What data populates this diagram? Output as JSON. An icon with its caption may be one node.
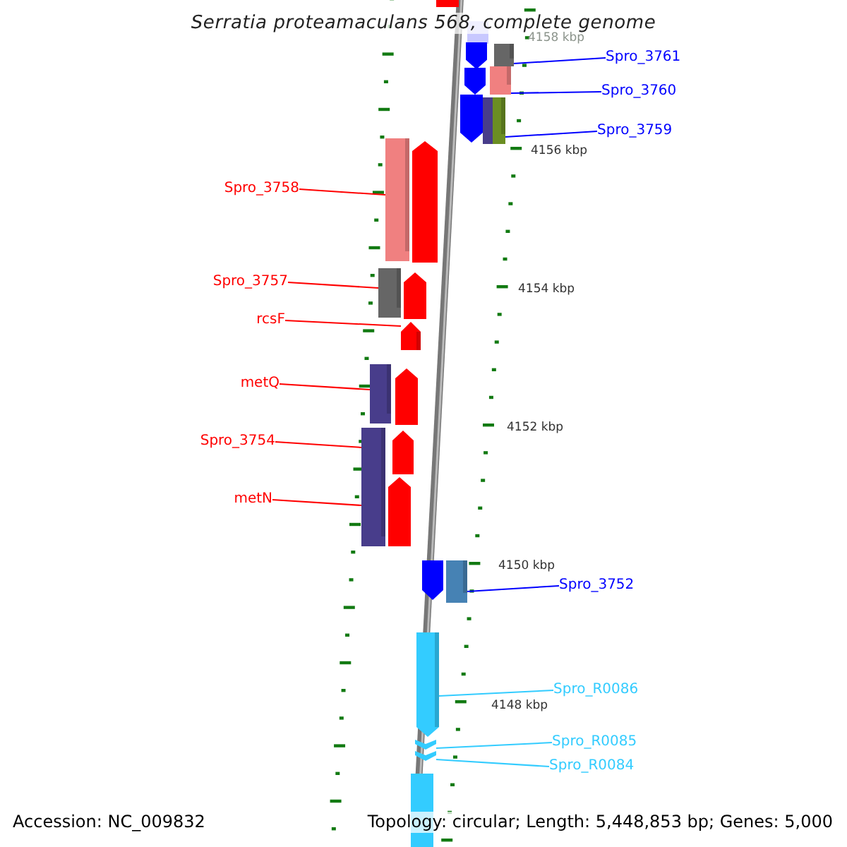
{
  "diagram": {
    "title": "Serratia proteamaculans 568, complete genome",
    "nodes": [
      {
        "text": [
          "Spro_3761"
        ]
      },
      {
        "text": [
          "Spro_3760"
        ]
      },
      {
        "text": [
          "Spro_3759"
        ]
      },
      {
        "text": [
          "Spro_3758"
        ]
      },
      {
        "text": [
          "Spro_3757"
        ]
      },
      {
        "text": [
          "rcsF"
        ]
      },
      {
        "text": [
          "metQ"
        ]
      },
      {
        "text": [
          "Spro_3754"
        ]
      },
      {
        "text": [
          "metN"
        ]
      },
      {
        "text": [
          "Spro_3752"
        ]
      },
      {
        "text": [
          "Spro_R0086"
        ]
      },
      {
        "text": [
          "Spro_R0085"
        ]
      },
      {
        "text": [
          "Spro_R0084"
        ]
      },
      {
        "text": [],
        "shape": "bar"
      },
      {
        "text": [],
        "shape": "bar"
      },
      {
        "text": [],
        "shape": "bar"
      },
      {
        "text": [],
        "shape": "bar"
      },
      {
        "text": [],
        "shape": "bar"
      },
      {
        "text": [],
        "shape": "arrow"
      },
      {
        "text": [],
        "shape": "bar"
      },
      {
        "text": [],
        "shape": "bar"
      },
      {
        "text": [],
        "shape": "bar"
      },
      {
        "text": [],
        "shape": "arrow"
      },
      {
        "text": [],
        "shape": "chevron"
      },
      {
        "text": [],
        "shape": "chevron"
      }
    ],
    "edges": [
      {
        "from": 0,
        "to": 13,
        "arrow": "none",
        "color": "#0000ff"
      },
      {
        "from": 1,
        "to": 14,
        "arrow": "none",
        "color": "#0000ff"
      },
      {
        "from": 2,
        "to": 15,
        "arrow": "none",
        "color": "#0000ff"
      },
      {
        "from": 3,
        "to": 16,
        "arrow": "none",
        "color": "#ff0000"
      },
      {
        "from": 4,
        "to": 17,
        "arrow": "none",
        "color": "#ff0000"
      },
      {
        "from": 5,
        "to": 18,
        "arrow": "none",
        "color": "#ff0000"
      },
      {
        "from": 6,
        "to": 19,
        "arrow": "none",
        "color": "#ff0000"
      },
      {
        "from": 7,
        "to": 20,
        "arrow": "none",
        "color": "#ff0000"
      },
      {
        "from": 8,
        "to": 20,
        "arrow": "none",
        "color": "#ff0000"
      },
      {
        "from": 9,
        "to": 21,
        "arrow": "none",
        "color": "#0000ff"
      },
      {
        "from": 10,
        "to": 22,
        "arrow": "none",
        "color": "#33ccff"
      },
      {
        "from": 11,
        "to": 23,
        "arrow": "none",
        "color": "#33ccff"
      },
      {
        "from": 12,
        "to": 24,
        "arrow": "none",
        "color": "#33ccff"
      }
    ],
    "labels": [
      "4158 kbp",
      "4156 kbp",
      "4154 kbp",
      "4152 kbp",
      "4150 kbp",
      "4148 kbp",
      "Accession: NC_009832",
      "Topology: circular; Length: 5,448,853 bp; Genes: 5,000"
    ]
  }
}
